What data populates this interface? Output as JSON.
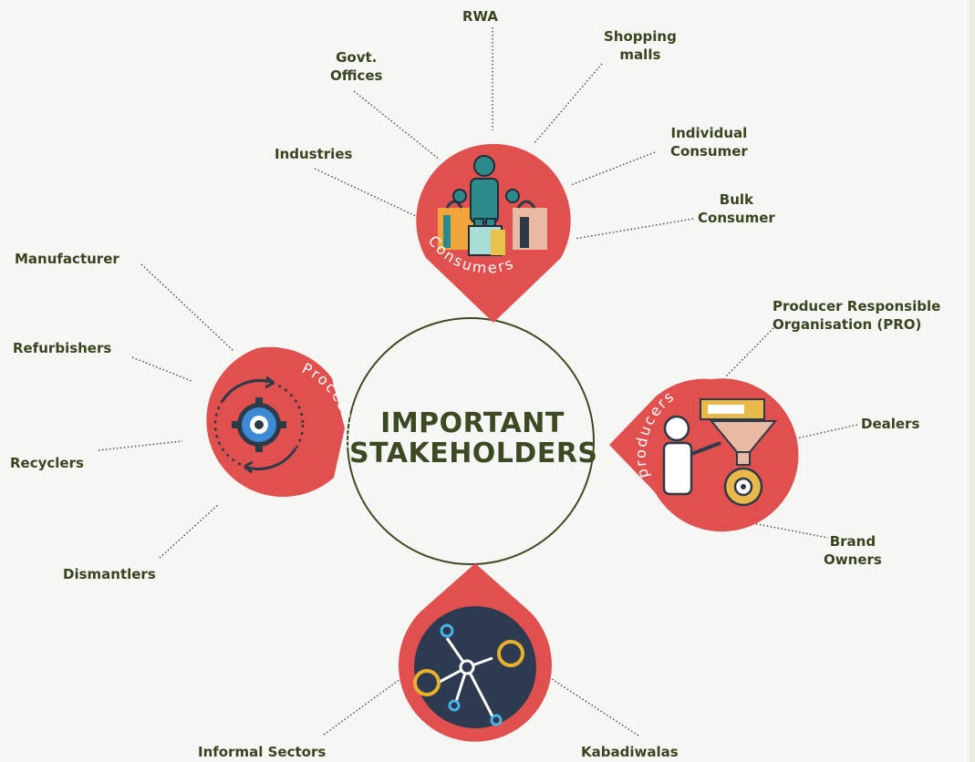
{
  "title": "IMPORTANT\nSTAKEHOLDERS",
  "colors": {
    "pin": "#e0504f",
    "pin_dark": "#c94140",
    "text": "#38451f",
    "circle": "#3b4a22",
    "background": "#f6f6f5"
  },
  "hubs": {
    "consumers": "Consumers",
    "producers": "producers",
    "processing": "Processing",
    "informal": ""
  },
  "labels": {
    "rwa": "RWA",
    "shopping_malls": "Shopping\nmalls",
    "govt_offices": "Govt.\nOffices",
    "industries": "Industries",
    "individual_consumer": "Individual\nConsumer",
    "bulk_consumer": "Bulk\nConsumer",
    "manufacturer": "Manufacturer",
    "refurbishers": "Refurbishers",
    "recyclers": "Recyclers",
    "dismantlers": "Dismantlers",
    "pro": "Producer Responsible\nOrganisation (PRO)",
    "dealers": "Dealers",
    "brand_owners": "Brand\nOwners",
    "informal_sectors": "Informal Sectors",
    "kabadiwalas": "Kabadiwalas"
  },
  "icons": {
    "consumers": "shopping-people-icon",
    "producers": "worker-funnel-gear-icon",
    "processing": "gear-cycle-icon",
    "informal": "network-nodes-icon"
  }
}
